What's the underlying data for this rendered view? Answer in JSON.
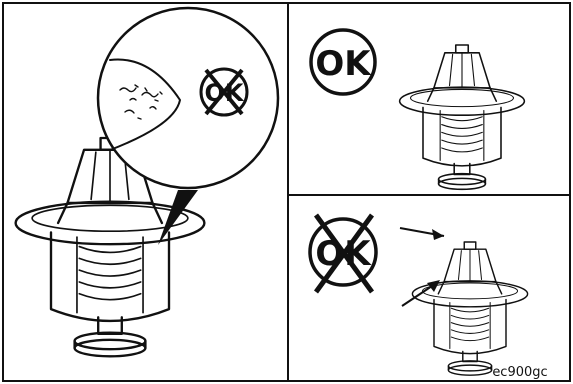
{
  "labels": {
    "ok_good": "OK",
    "ok_bad_top_inset": "OK",
    "ok_bad_bottom": "OK",
    "figure_code": "ec900gc"
  },
  "colors": {
    "ink": "#111111",
    "paper": "#ffffff"
  },
  "icons": {
    "approved": "ok-circle-icon",
    "rejected": "ok-crossed-icon",
    "pointer": "arrow-icon"
  }
}
